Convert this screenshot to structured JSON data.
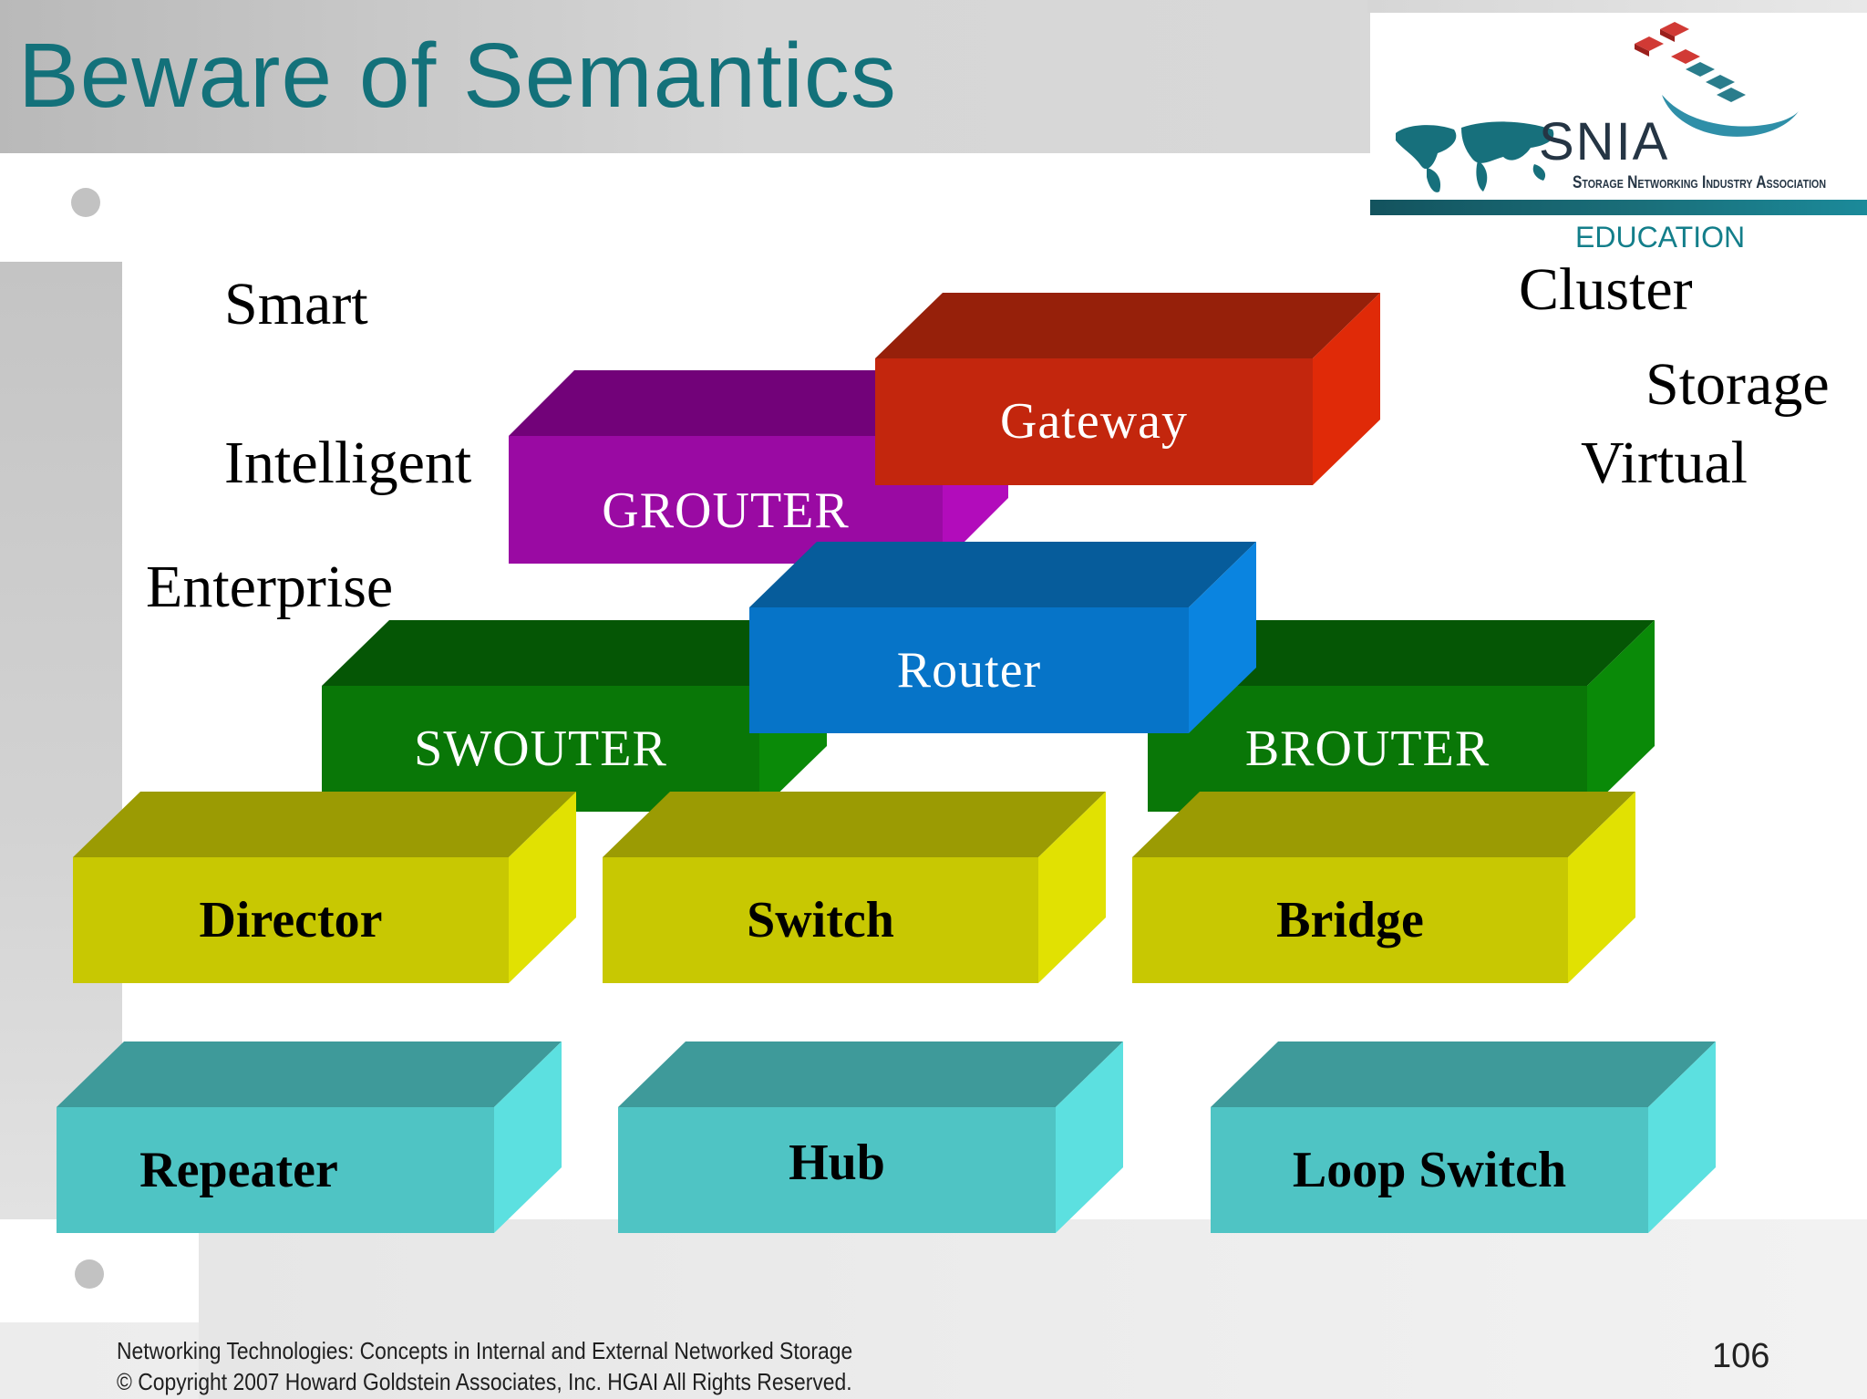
{
  "slide": {
    "title": "Beware of Semantics",
    "page_number": "106",
    "footer_line1": "Networking Technologies: Concepts in Internal and External Networked Storage",
    "footer_line2": "© Copyright 2007 Howard Goldstein Associates, Inc. HGAI All Rights Reserved."
  },
  "logo": {
    "name": "SNIA",
    "subtitle": "Storage Networking Industry Association",
    "education": "EDUCATION"
  },
  "qualifiers": {
    "left": [
      "Smart",
      "Intelligent",
      "Enterprise"
    ],
    "right": [
      "Cluster",
      "Storage",
      "Virtual"
    ]
  },
  "blocks": {
    "gateway": {
      "label": "Gateway",
      "front": "#c3260d",
      "top": "#96200a",
      "side": "#e02a08",
      "text_color": "#ffffff"
    },
    "grouter": {
      "label": "GROUTER",
      "front": "#9a0aa3",
      "top": "#720279",
      "side": "#b20cbb",
      "text_color": "#ffffff"
    },
    "router": {
      "label": "Router",
      "front": "#0674c8",
      "top": "#065c9b",
      "side": "#0a84e0",
      "text_color": "#ffffff"
    },
    "swouter": {
      "label": "SWOUTER",
      "front": "#097707",
      "top": "#055605",
      "side": "#0a8a08",
      "text_color": "#ffffff"
    },
    "brouter": {
      "label": "BROUTER",
      "front": "#097707",
      "top": "#055605",
      "side": "#0a8a08",
      "text_color": "#ffffff"
    },
    "director": {
      "label": "Director",
      "front": "#c8c802",
      "top": "#9b9b03",
      "side": "#e1e102",
      "text_color": "#000000"
    },
    "switch": {
      "label": "Switch",
      "front": "#c8c802",
      "top": "#9b9b03",
      "side": "#e1e102",
      "text_color": "#000000"
    },
    "bridge": {
      "label": "Bridge",
      "front": "#c8c802",
      "top": "#9b9b03",
      "side": "#e1e102",
      "text_color": "#000000"
    },
    "repeater": {
      "label": "Repeater",
      "front": "#4fc4c4",
      "top": "#3e9a9a",
      "side": "#5ce0e0",
      "text_color": "#000000"
    },
    "hub": {
      "label": "Hub",
      "front": "#4fc4c4",
      "top": "#3e9a9a",
      "side": "#5ce0e0",
      "text_color": "#000000"
    },
    "loop_switch": {
      "label": "Loop Switch",
      "front": "#4fc4c4",
      "top": "#3e9a9a",
      "side": "#5ce0e0",
      "text_color": "#000000"
    }
  }
}
